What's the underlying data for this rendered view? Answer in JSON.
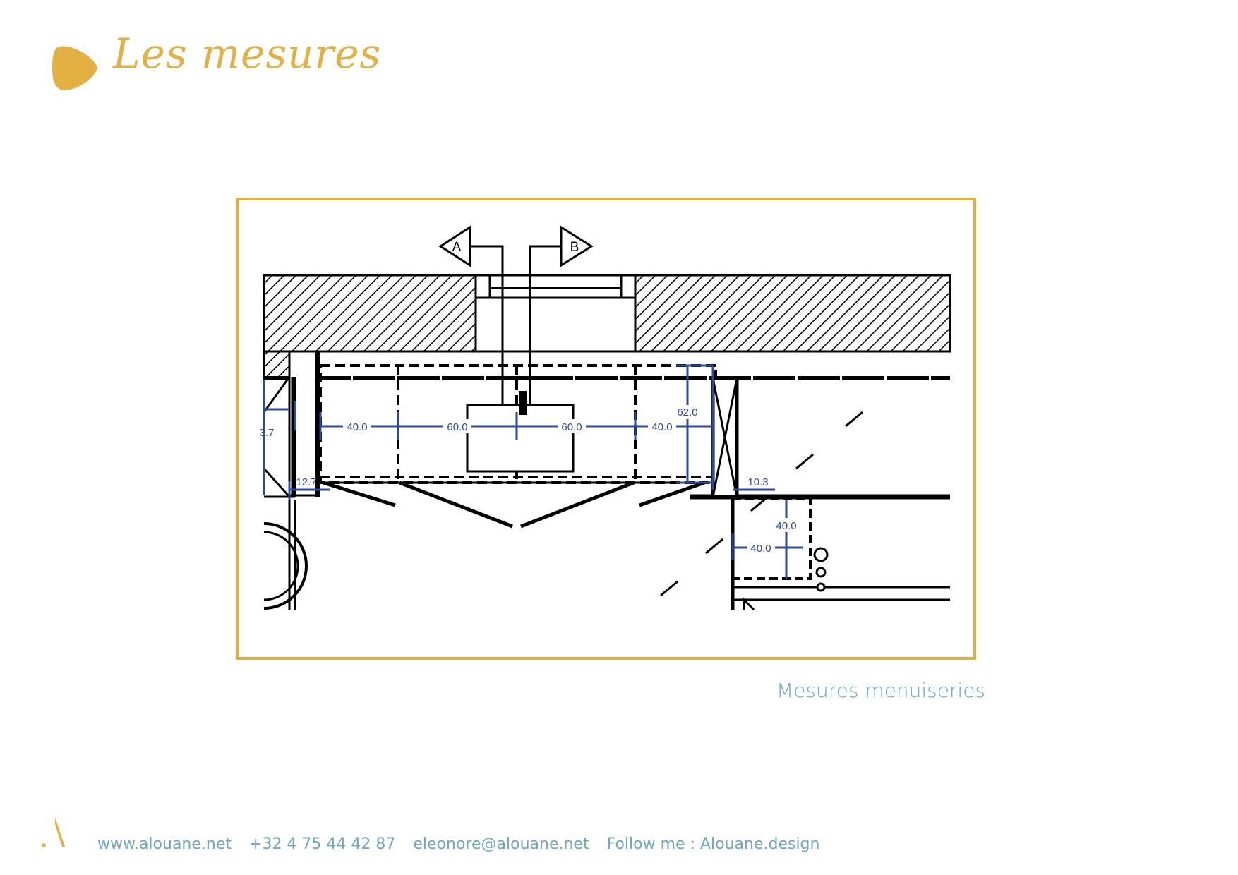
{
  "page": {
    "title": "Les mesures",
    "accent_color": "#E2B043",
    "caption": "Mesures menuiseries"
  },
  "plan": {
    "section_markers": [
      "A",
      "B"
    ],
    "dimensions": [
      "40.0",
      "60.0",
      "60.0",
      "40.0",
      "62.0",
      "12.7",
      "3.7",
      "10.3",
      "40.0",
      "40.0"
    ],
    "dimension_color": "#2E4A9C"
  },
  "footer": {
    "website": "www.alouane.net",
    "phone": "+32 4 75 44 42 87",
    "email": "eleonore@alouane.net",
    "follow": "Follow me : Alouane.design"
  }
}
